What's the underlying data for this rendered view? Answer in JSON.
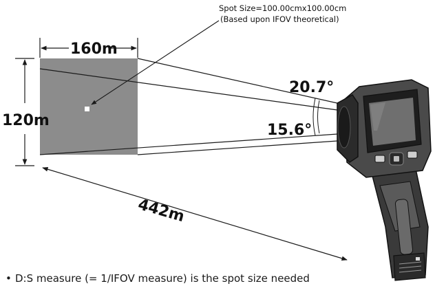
{
  "annotations": {
    "spot_size": "Spot Size=100.00cmx100.00cm",
    "ifov_basis": "(Based upon IFOV theoretical)",
    "width_label": "160m",
    "height_label": "120m",
    "hfov_label": "20.7°",
    "vfov_label": "15.6°",
    "distance_label": "442m"
  },
  "footnote": {
    "bullet": "•",
    "text": "D:S measure (= 1/IFOV measure) is the spot size needed"
  },
  "device": {
    "name": "thermal-imaging-camera"
  },
  "colors": {
    "target_area": "#8c8c8c",
    "line": "#1a1a1a",
    "device_body": "#4a4a4a",
    "device_dark": "#1e1e1e",
    "screen": "#6f6f6f"
  }
}
